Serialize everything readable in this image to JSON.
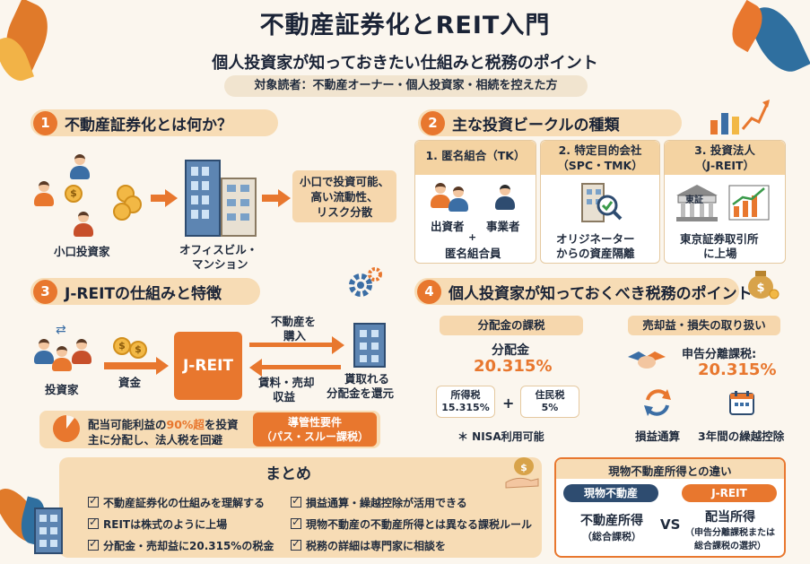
{
  "header": {
    "title": "不動産証券化とREIT入門",
    "subtitle": "個人投資家が知っておきたい仕組みと税務のポイント",
    "audience": "対象読者：不動産オーナー・個人投資家・相続を控えた方"
  },
  "section1": {
    "number": "1",
    "title": "不動産証券化とは何か？",
    "investors_label": "小口投資家",
    "buildings_label_line1": "オフィスビル・",
    "buildings_label_line2": "マンション",
    "benefit_line1": "小口で投資可能、",
    "benefit_line2": "高い流動性、",
    "benefit_line3": "リスク分散"
  },
  "section2": {
    "number": "2",
    "title": "主な投資ビークルの種類",
    "cards": [
      {
        "head_line1": "1. 匿名組合（TK）",
        "head_line2": "",
        "left_label": "出資者",
        "right_label": "事業者",
        "plus": "+",
        "bottom": "匿名組合員"
      },
      {
        "head_line1": "2. 特定目的会社",
        "head_line2": "（SPC・TMK）",
        "desc_line1": "オリジネーター",
        "desc_line2": "からの資産隔離"
      },
      {
        "head_line1": "3. 投資法人",
        "head_line2": "（J-REIT）",
        "sign": "東証",
        "desc_line1": "東京証券取引所",
        "desc_line2": "に上場"
      }
    ]
  },
  "section3": {
    "number": "3",
    "title": "J-REITの仕組みと特徴",
    "investors_label": "投資家",
    "funds_label": "資金",
    "center": "J-REIT",
    "buy_line1": "不動産を",
    "buy_line2": "購入",
    "rent_line1": "賃料・売却",
    "rent_line2": "収益",
    "return_line1": "貰取れる",
    "return_line2": "分配金を還元",
    "note_line1_a": "配当可能利益の",
    "note_line1_b": "90%超",
    "note_line1_c": "を投資",
    "note_line2": "主に分配し、法人税を回避",
    "req_line1": "導管性要件",
    "req_line2": "（パス・スルー課税）"
  },
  "section4": {
    "number": "4",
    "title": "個人投資家が知っておくべき税務のポイント",
    "dist_head": "分配金の課税",
    "dist_label": "分配金",
    "dist_rate": "20.315%",
    "income_tax_label": "所得税",
    "income_tax_rate": "15.315%",
    "plus": "+",
    "resident_tax_label": "住民税",
    "resident_tax_rate": "5%",
    "nisa": "＊ NISA利用可能",
    "sale_head": "売却益・損失の取り扱い",
    "sale_label": "申告分離課税:",
    "sale_rate": "20.315%",
    "offset": "損益通算",
    "carry": "3年間の繰越控除"
  },
  "summary": {
    "title": "まとめ",
    "items_left": [
      "不動産証券化の仕組みを理解する",
      "REITは株式のように上場",
      "分配金・売却益に20.315%の税金"
    ],
    "items_right": [
      "損益通算・繰越控除が活用できる",
      "現物不動産の不動産所得とは異なる課税ルール",
      "税務の詳細は専門家に相談を"
    ]
  },
  "comparison": {
    "title": "現物不動産所得との違い",
    "left_tag": "現物不動産",
    "right_tag": "J-REIT",
    "left_line1": "不動産所得",
    "left_line2": "（総合課税）",
    "vs": "VS",
    "right_line1": "配当所得",
    "right_line2": "（申告分離課税または",
    "right_line3": "総合課税の選択）"
  },
  "colors": {
    "accent": "#e8772e",
    "panel": "#f7dcb5",
    "background": "#fbf6ee",
    "text": "#1a2336",
    "building": "#5d85b2"
  }
}
